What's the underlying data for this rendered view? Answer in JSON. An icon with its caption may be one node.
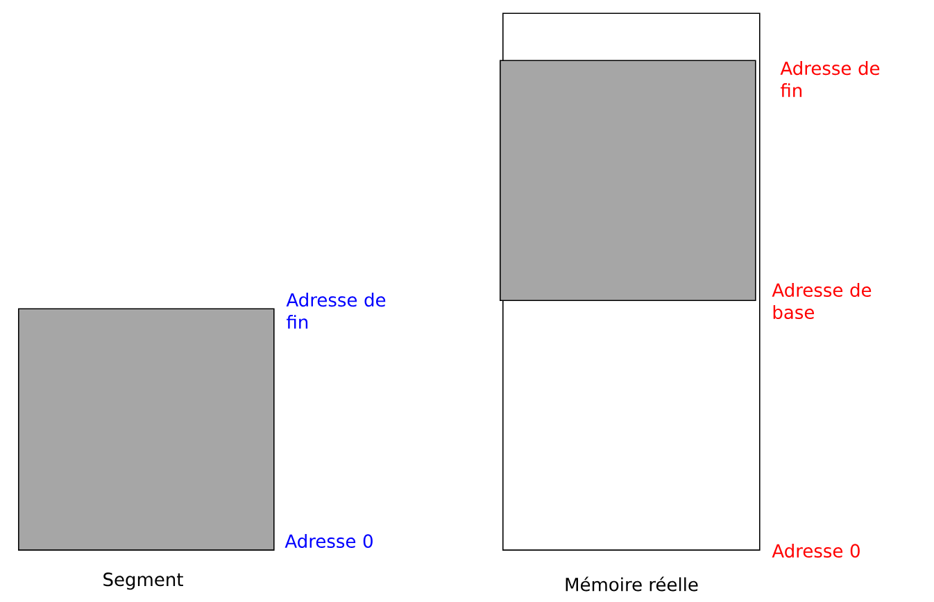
{
  "diagram": {
    "nodes": [
      {
        "text": [],
        "shape": "box",
        "beside": [
          "Segment"
        ]
      },
      {
        "text": [],
        "shape": "box",
        "beside": [
          "Mémoire réelle"
        ]
      },
      {
        "text": [],
        "shape": "box",
        "in": 1
      }
    ],
    "labels": [
      "Adresse de fin",
      "Adresse 0",
      "Adresse de fin",
      "Adresse de base",
      "Adresse 0"
    ]
  }
}
